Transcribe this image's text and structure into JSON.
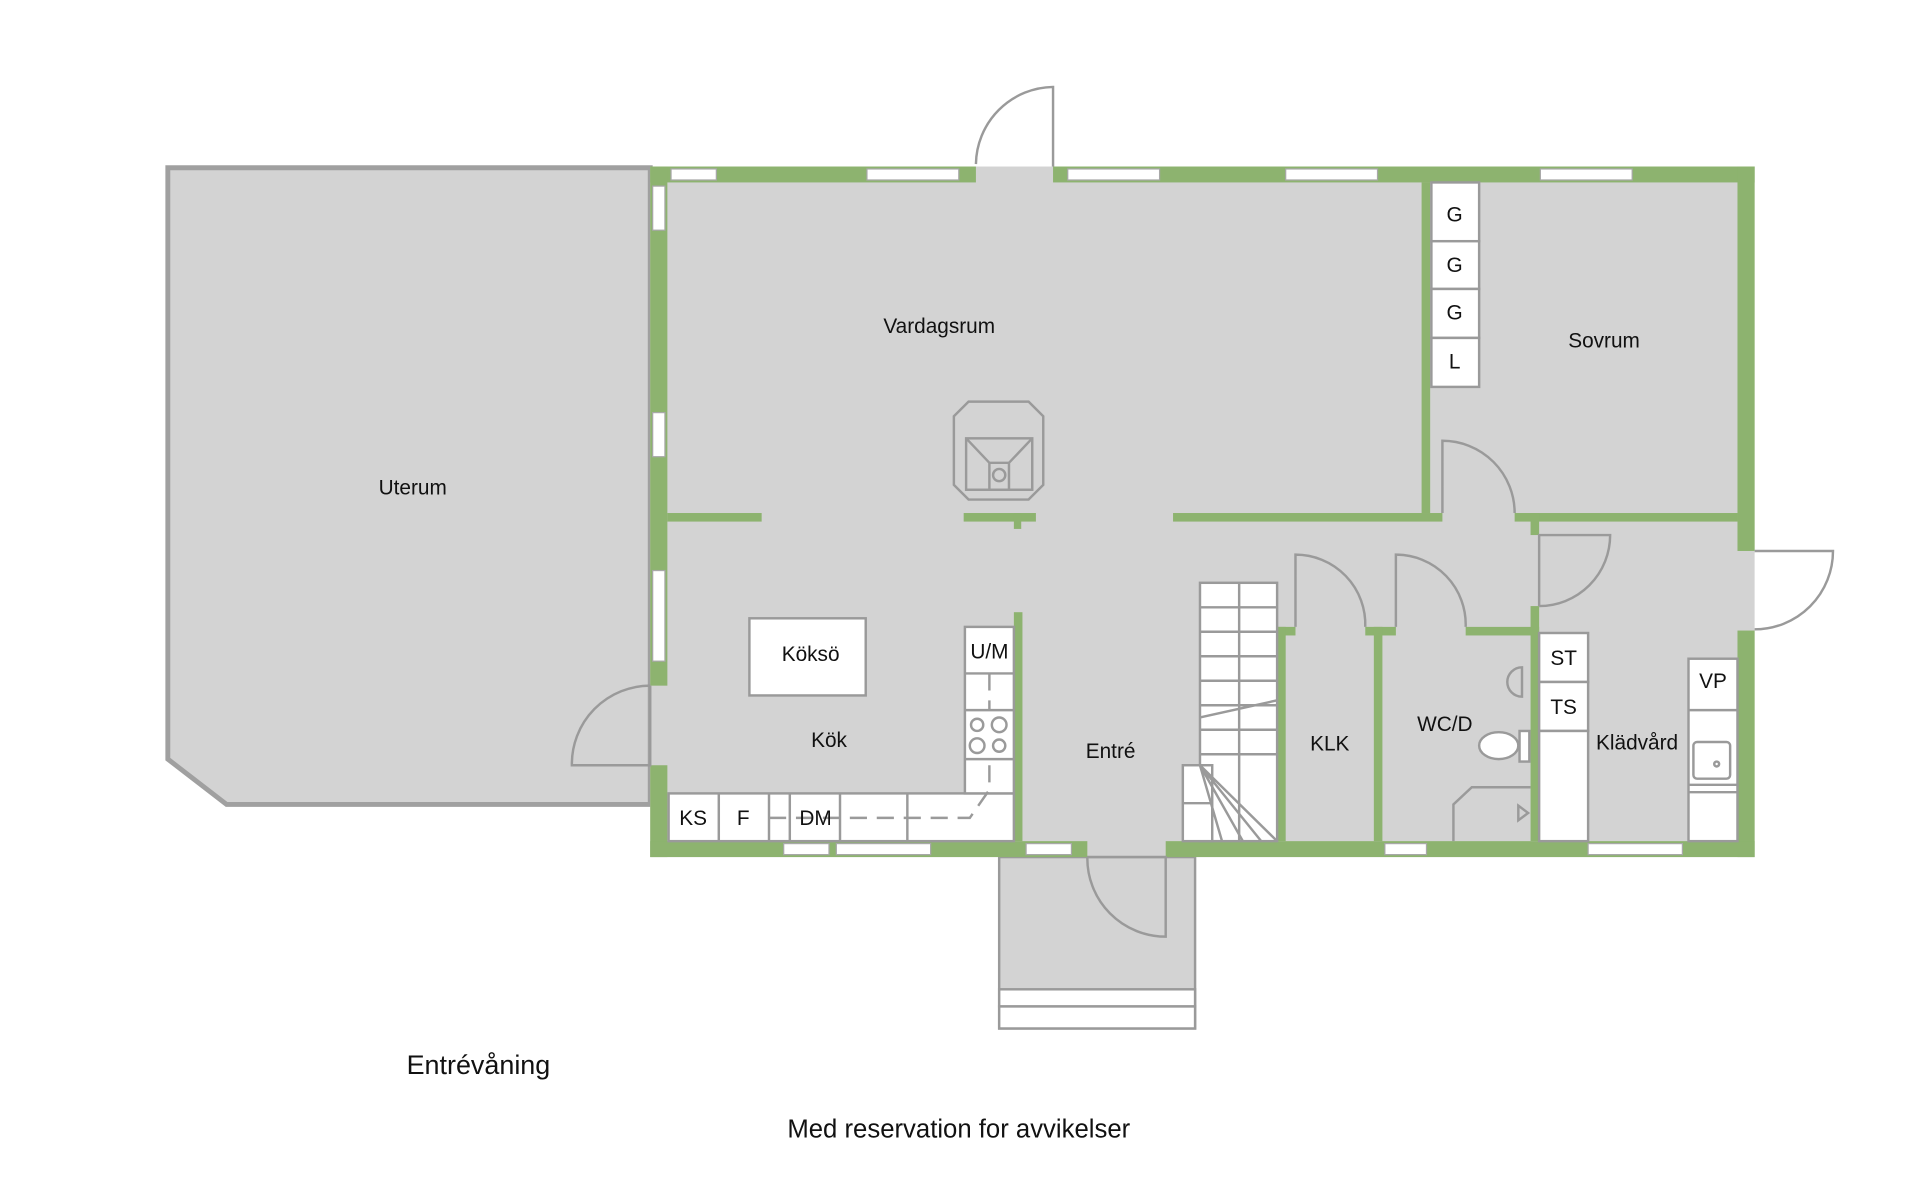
{
  "plan": {
    "floor_name": "Entrévåning",
    "disclaimer": "Med reservation for avvikelser",
    "colors": {
      "wall": "#8db36f",
      "floor": "#d3d3d3",
      "outline": "#9a9a9a"
    },
    "rooms": {
      "uterum": "Uterum",
      "vardagsrum": "Vardagsrum",
      "sovrum": "Sovrum",
      "kok": "Kök",
      "kokso": "Köksö",
      "entre": "Entré",
      "klk": "KLK",
      "wcd": "WC/D",
      "kladvard": "Klädvård"
    },
    "fixtures": {
      "closets": [
        "G",
        "G",
        "G",
        "L"
      ],
      "um": "U/M",
      "ks": "KS",
      "f": "F",
      "dm": "DM",
      "st": "ST",
      "ts": "TS",
      "vp": "VP"
    }
  }
}
